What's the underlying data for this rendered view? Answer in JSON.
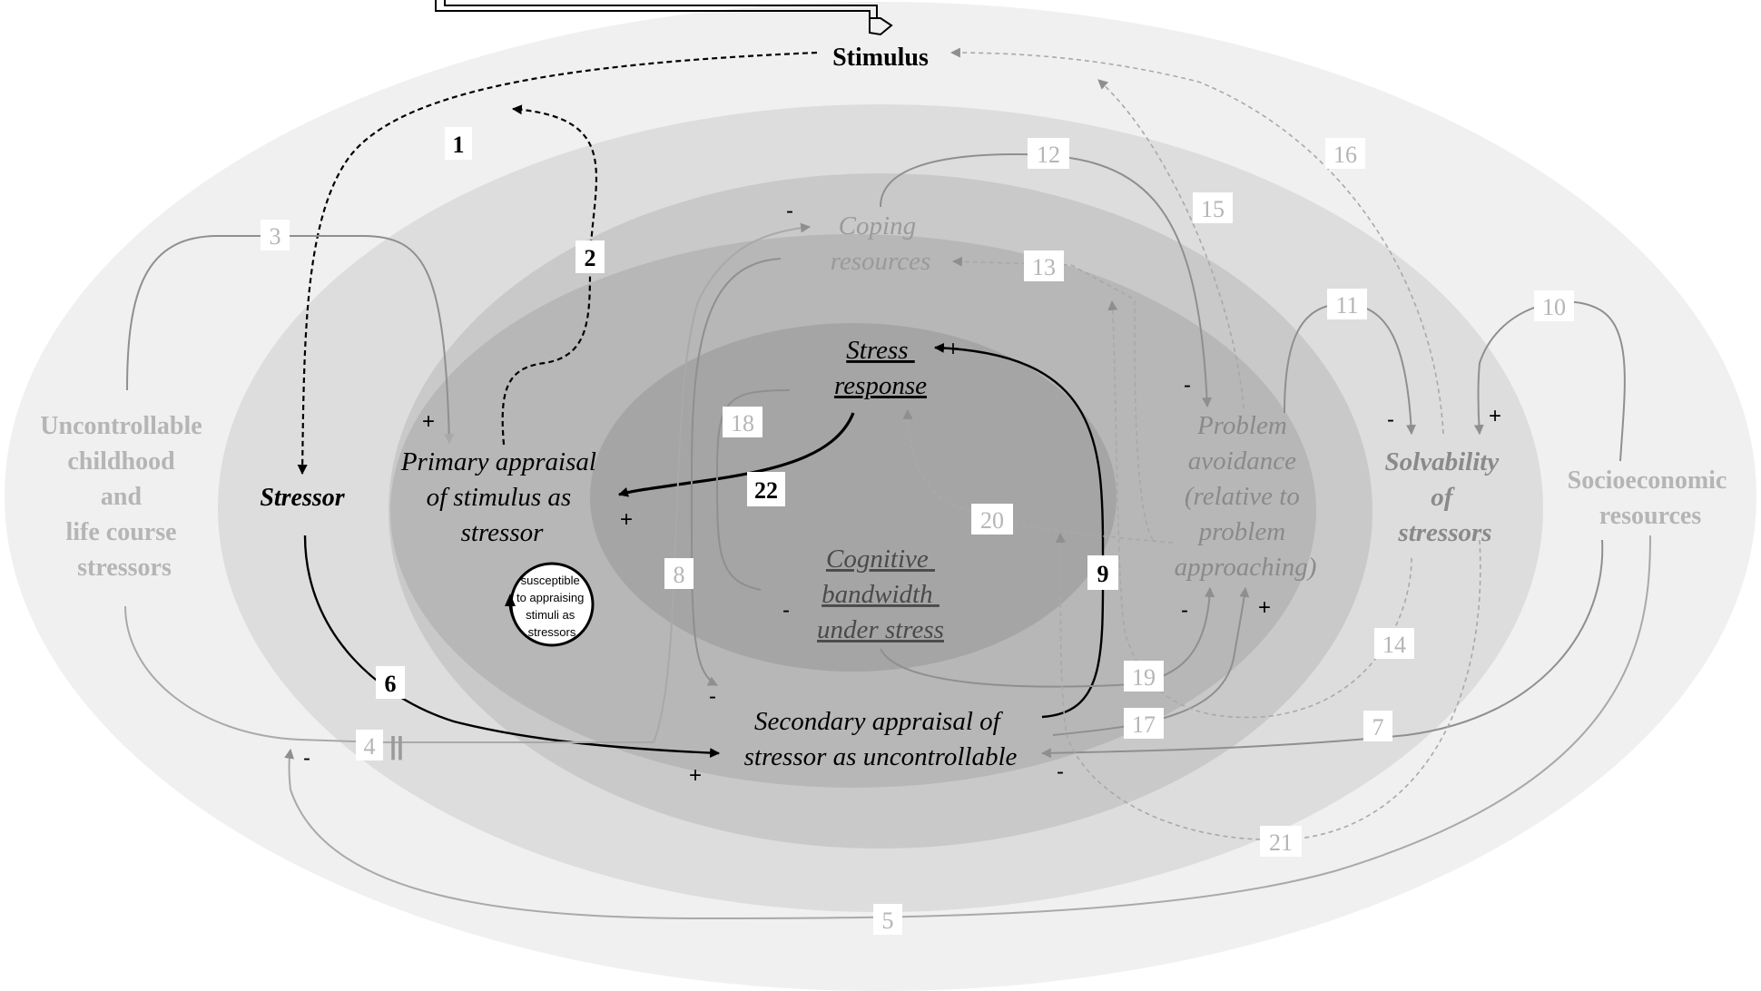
{
  "nodes": {
    "stimulus": "Stimulus",
    "stressor": "Stressor",
    "primary": [
      "Primary appraisal",
      "of stimulus as",
      "stressor"
    ],
    "secondary": [
      "Secondary appraisal of",
      "stressor as uncontrollable"
    ],
    "coping": [
      "Coping",
      "resources"
    ],
    "stress_response": [
      "Stress",
      "response"
    ],
    "cognitive": [
      "Cognitive",
      "bandwidth",
      "under stress"
    ],
    "problem_avoidance": [
      "Problem",
      "avoidance",
      "(relative to",
      "problem",
      "approaching)"
    ],
    "solvability": [
      "Solvability",
      "of",
      "stressors"
    ],
    "socioeconomic": [
      "Socioeconomic",
      "resources"
    ],
    "uncontrollable": [
      "Uncontrollable",
      "childhood",
      "and",
      "life course",
      "stressors"
    ],
    "susceptible": [
      "susceptible",
      "to appraising",
      "stimuli as",
      "stressors"
    ]
  },
  "links": {
    "l1": "1",
    "l2": "2",
    "l3": "3",
    "l4": "4",
    "l5": "5",
    "l6": "6",
    "l7": "7",
    "l8": "8",
    "l9": "9",
    "l10": "10",
    "l11": "11",
    "l12": "12",
    "l13": "13",
    "l14": "14",
    "l15": "15",
    "l16": "16",
    "l17": "17",
    "l18": "18",
    "l19": "19",
    "l20": "20",
    "l21": "21",
    "l22": "22"
  },
  "signs": {
    "plus": "+",
    "minus": "-",
    "minus_long": "–"
  },
  "delay_mark": "||",
  "colors": {
    "ring1": "#f0f0f0",
    "ring2": "#dddddd",
    "ring3": "#c9c9c9",
    "ring4": "#b7b7b7",
    "ring5": "#a5a5a5",
    "dark": "#000000",
    "gray_text": "#8a8a8a",
    "light_text": "#b8b8b8"
  }
}
